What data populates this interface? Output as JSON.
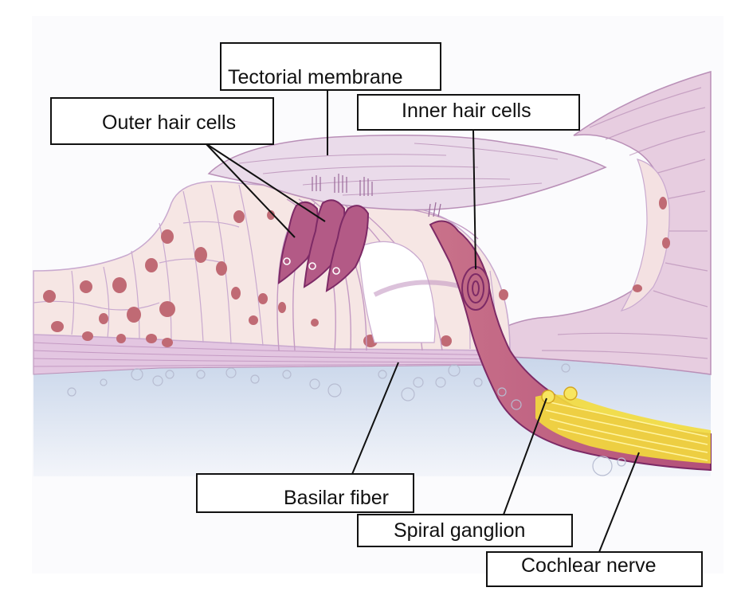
{
  "labels": {
    "tectorial_membrane": "Tectorial membrane",
    "outer_hair_cells": "Outer hair cells",
    "inner_hair_cells": "Inner hair cells",
    "basilar_fiber": "Basilar fiber",
    "spiral_ganglion": "Spiral ganglion",
    "cochlear_nerve": "Cochlear nerve"
  },
  "colors": {
    "cell_fill": "#f6e6e4",
    "cell_outline": "#c9a9cf",
    "nucleus": "#c06a74",
    "hair_cell": "#b35a86",
    "hair_cell_outline": "#7d2a66",
    "membrane": "#e9d3e5",
    "fluid": "#dbe4f0",
    "ganglion": "#f3dc3c",
    "label_border": "#111111"
  }
}
